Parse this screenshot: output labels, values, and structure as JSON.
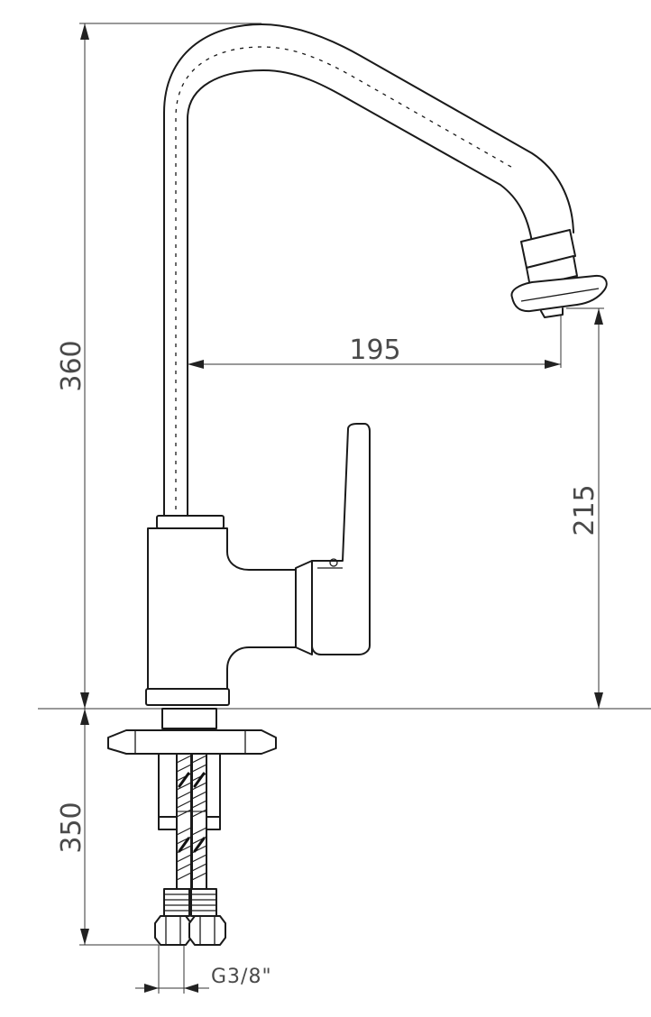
{
  "dimensions": {
    "total_height": "360",
    "spout_reach": "195",
    "spout_height": "215",
    "hose_length": "350",
    "thread": "G3/8\""
  },
  "colors": {
    "outline": "#1a1a1a",
    "dimension_text": "#4a4a4a",
    "background": "#ffffff"
  }
}
